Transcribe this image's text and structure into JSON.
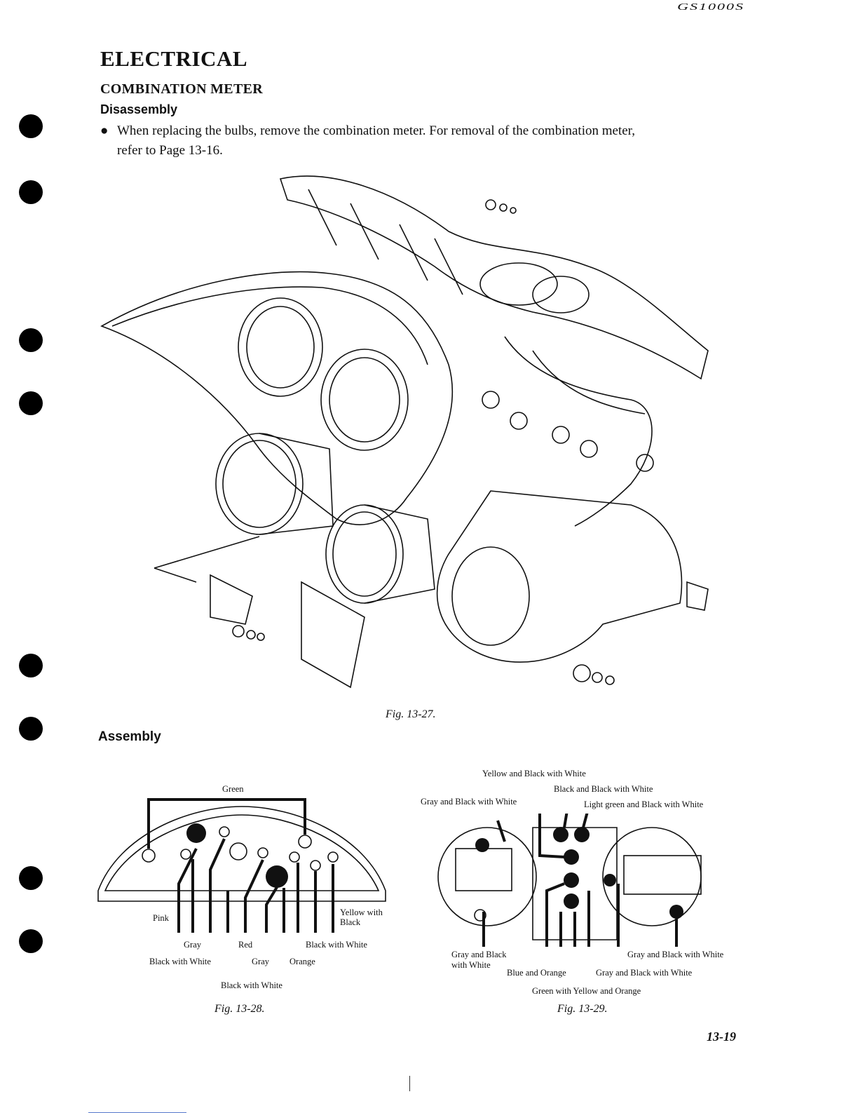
{
  "header": {
    "model": "GS1000S"
  },
  "title": "ELECTRICAL",
  "section": "COMBINATION METER",
  "subsection": "Disassembly",
  "bullet": {
    "line1": "When replacing the bulbs, remove the combination meter. For removal of the combination meter,",
    "line2": "refer to Page 13-16."
  },
  "figures": {
    "fig27_caption": "Fig. 13-27.",
    "fig28_caption": "Fig. 13-28.",
    "fig29_caption": "Fig. 13-29."
  },
  "assembly_heading": "Assembly",
  "fig28_labels": {
    "green": "Green",
    "pink": "Pink",
    "yellow_black": "Yellow with Black",
    "gray_1": "Gray",
    "red": "Red",
    "black_white_right": "Black with White",
    "black_white_left": "Black with White",
    "gray_2": "Gray",
    "orange": "Orange",
    "black_white_bottom": "Black with White"
  },
  "fig29_labels": {
    "yellow_black_white": "Yellow and Black with White",
    "black_black_white": "Black and Black with White",
    "gray_black_white_top": "Gray and Black with White",
    "light_green": "Light green and Black with White",
    "gray_black_with_white_left": "Gray and Black with White",
    "gray_black_white_right": "Gray and Black with White",
    "blue_orange": "Blue and Orange",
    "gray_black_white_bottom": "Gray and Black with White",
    "green_yellow_orange": "Green with Yellow and Orange"
  },
  "page_number": "13-19"
}
